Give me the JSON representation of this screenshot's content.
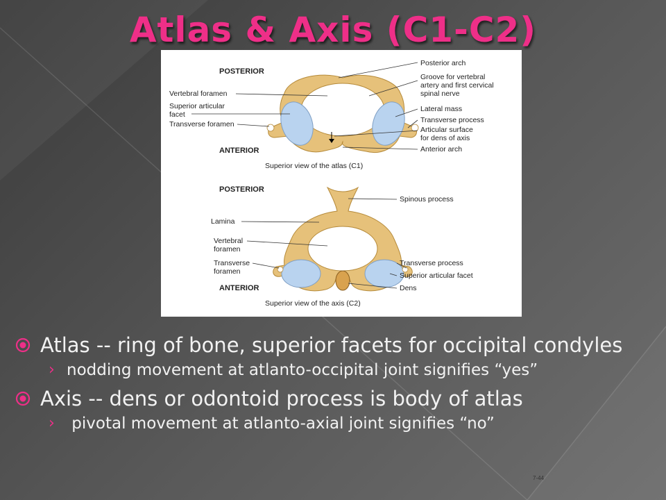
{
  "slide": {
    "title": "Atlas & Axis (C1-C2)",
    "accent_color": "#ee2f88",
    "bullet_icon": "target-circle-icon",
    "sub_bullet_icon": "chevron-right-icon"
  },
  "figure": {
    "atlas": {
      "posterior": "POSTERIOR",
      "anterior": "ANTERIOR",
      "caption": "Superior view of the atlas (C1)",
      "left_labels": [
        "Vertebral foramen",
        "Superior articular",
        "facet",
        "Transverse foramen"
      ],
      "right_labels": [
        "Posterior arch",
        "Groove for vertebral",
        "artery and first cervical",
        "spinal nerve",
        "Lateral mass",
        "Transverse process",
        "Articular surface",
        "for dens of axis",
        "Anterior arch"
      ]
    },
    "axis": {
      "posterior": "POSTERIOR",
      "anterior": "ANTERIOR",
      "caption": "Superior view of the axis (C2)",
      "left_labels": [
        "Lamina",
        "Vertebral",
        "foramen",
        "Transverse",
        "foramen"
      ],
      "right_labels": [
        "Spinous process",
        "Transverse process",
        "Superior articular facet",
        "Dens"
      ]
    }
  },
  "bullets": [
    {
      "text": "Atlas -- ring of bone, superior facets for occipital condyles",
      "sub": "nodding movement at atlanto-occipital joint signifies “yes”"
    },
    {
      "text": "Axis -- dens or odontoid process is body of atlas",
      "sub": " pivotal movement at atlanto-axial joint signifies “no”"
    }
  ],
  "footnote": "7-44"
}
